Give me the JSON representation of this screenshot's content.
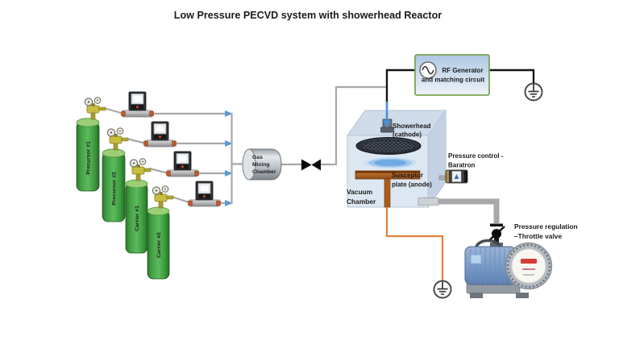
{
  "title": "Low Pressure PECVD system with showerhead Reactor",
  "gas_supply": {
    "cylinders": [
      {
        "label": "Precursor #1"
      },
      {
        "label": "Precursor #2"
      },
      {
        "label": "Carrier #1"
      },
      {
        "label": "Carrier #2"
      }
    ]
  },
  "gas_mixing_chamber": {
    "line1": "Gas",
    "line2": "Mixing",
    "line3": "Chamber"
  },
  "rf_generator": {
    "line1": "RF Generator",
    "line2": "and matching circuit"
  },
  "reactor": {
    "showerhead_line1": "Showerhead",
    "showerhead_line2": "(cathode)",
    "susceptor_line1": "Susceptor",
    "susceptor_line2": "plate (anode)",
    "chamber_line1": "Vacuum",
    "chamber_line2": "Chamber"
  },
  "pressure_control": {
    "line1": "Pressure control -",
    "line2": "Baratron"
  },
  "pressure_regulation": {
    "line1": "Pressure regulation",
    "line2": "–Throttle valve"
  },
  "colors": {
    "cylinder_green": "#3fa341",
    "line_gray": "#a8a8a8",
    "arrow_blue": "#5b9bd5",
    "rf_border_green": "#7aa651",
    "chamber_blue": "#dce6f1",
    "susceptor_copper": "#b26425",
    "ground_wire_orange": "#e5813a",
    "pump_blue": "#7b9cc9"
  }
}
